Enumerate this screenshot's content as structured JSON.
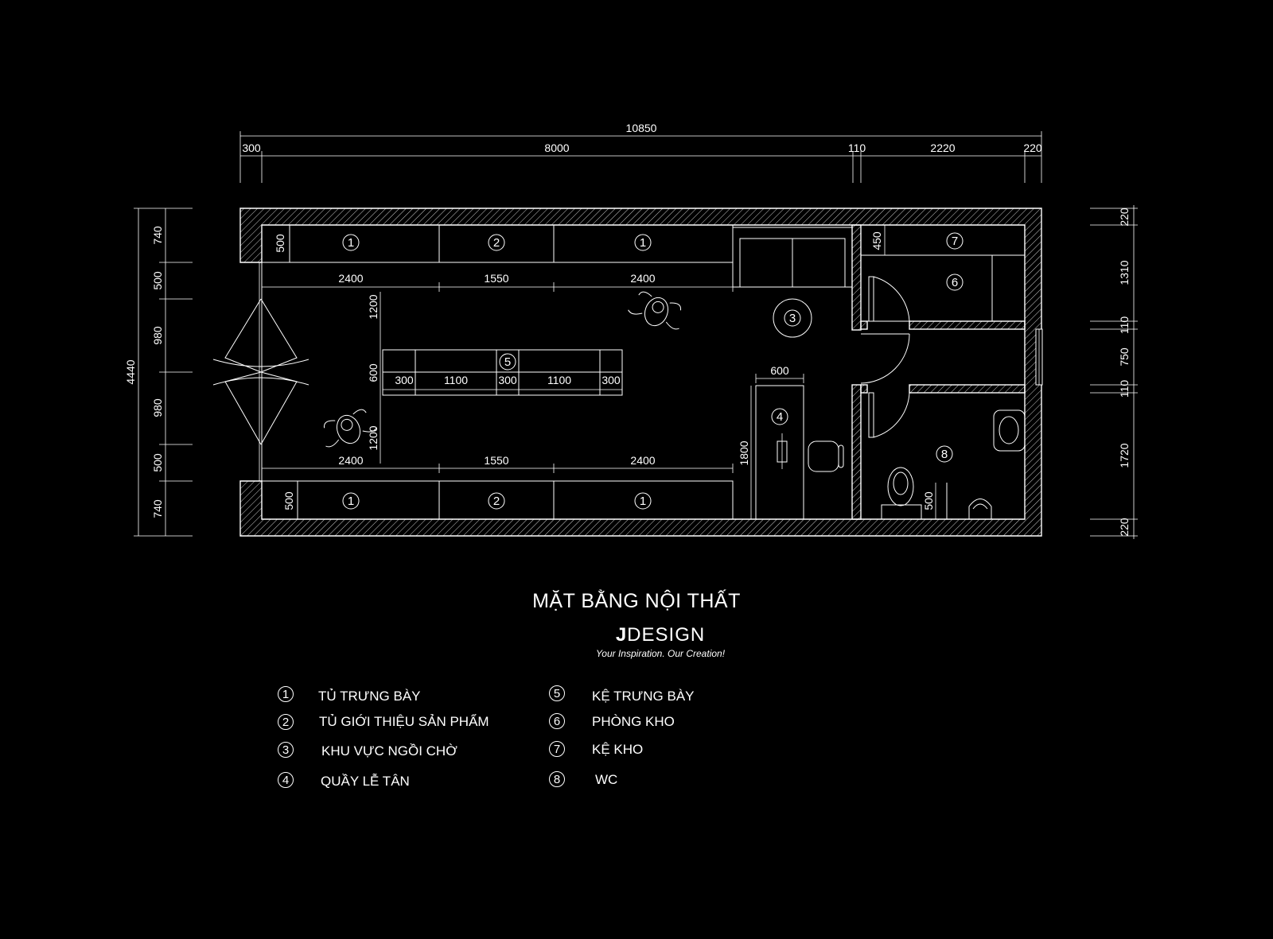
{
  "title": "MẶT BẰNG NỘI THẤT",
  "brand": {
    "logo_letter": "J",
    "name": "DESIGN",
    "tagline": "Your Inspiration. Our Creation!"
  },
  "dimensions": {
    "total_width": "10850",
    "top_segments": [
      "300",
      "8000",
      "110",
      "2220",
      "220"
    ],
    "total_height": "4440",
    "left_segments": [
      "740",
      "500",
      "980",
      "980",
      "500",
      "740"
    ],
    "right_segments": [
      "220",
      "1310",
      "110",
      "750",
      "110",
      "1720",
      "220"
    ],
    "cabinet_depth": "500",
    "cabinet_lengths": [
      "2400",
      "1550",
      "2400"
    ],
    "aisle": "1200",
    "shelf_depth": "600",
    "shelf_segments": [
      "300",
      "1100",
      "300",
      "1100",
      "300"
    ],
    "counter_width": "600",
    "counter_length": "1800",
    "storage_shelf_depth": "450",
    "wc_fixture": "500"
  },
  "plan_tags": {
    "top_cabinets": [
      "1",
      "2",
      "1"
    ],
    "bottom_cabinets": [
      "1",
      "2",
      "1"
    ],
    "shelf": "5",
    "waiting": "3",
    "counter": "4",
    "storage_shelf": "7",
    "storeroom": "6",
    "wc": "8"
  },
  "legend": [
    {
      "num": "1",
      "label": "TỦ TRƯNG BÀY"
    },
    {
      "num": "2",
      "label": "TỦ GIỚI THIỆU SẢN PHẨM"
    },
    {
      "num": "3",
      "label": "KHU VỰC NGỒI CHỜ"
    },
    {
      "num": "4",
      "label": "QUẦY LỄ TÂN"
    },
    {
      "num": "5",
      "label": "KỆ TRƯNG BÀY"
    },
    {
      "num": "6",
      "label": "PHÒNG KHO"
    },
    {
      "num": "7",
      "label": "KỆ KHO"
    },
    {
      "num": "8",
      "label": "WC"
    }
  ],
  "colors": {
    "background": "#000000",
    "lines": "#ffffff"
  }
}
